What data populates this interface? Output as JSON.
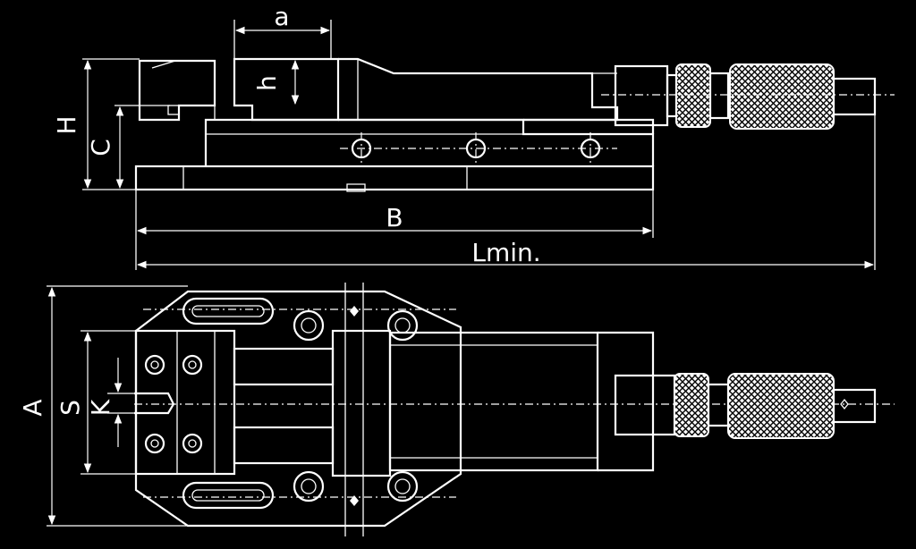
{
  "labels": {
    "a": "a",
    "h": "h",
    "H": "H",
    "C": "C",
    "B": "B",
    "Lmin": "Lmin.",
    "A": "A",
    "S": "S",
    "K": "K"
  }
}
